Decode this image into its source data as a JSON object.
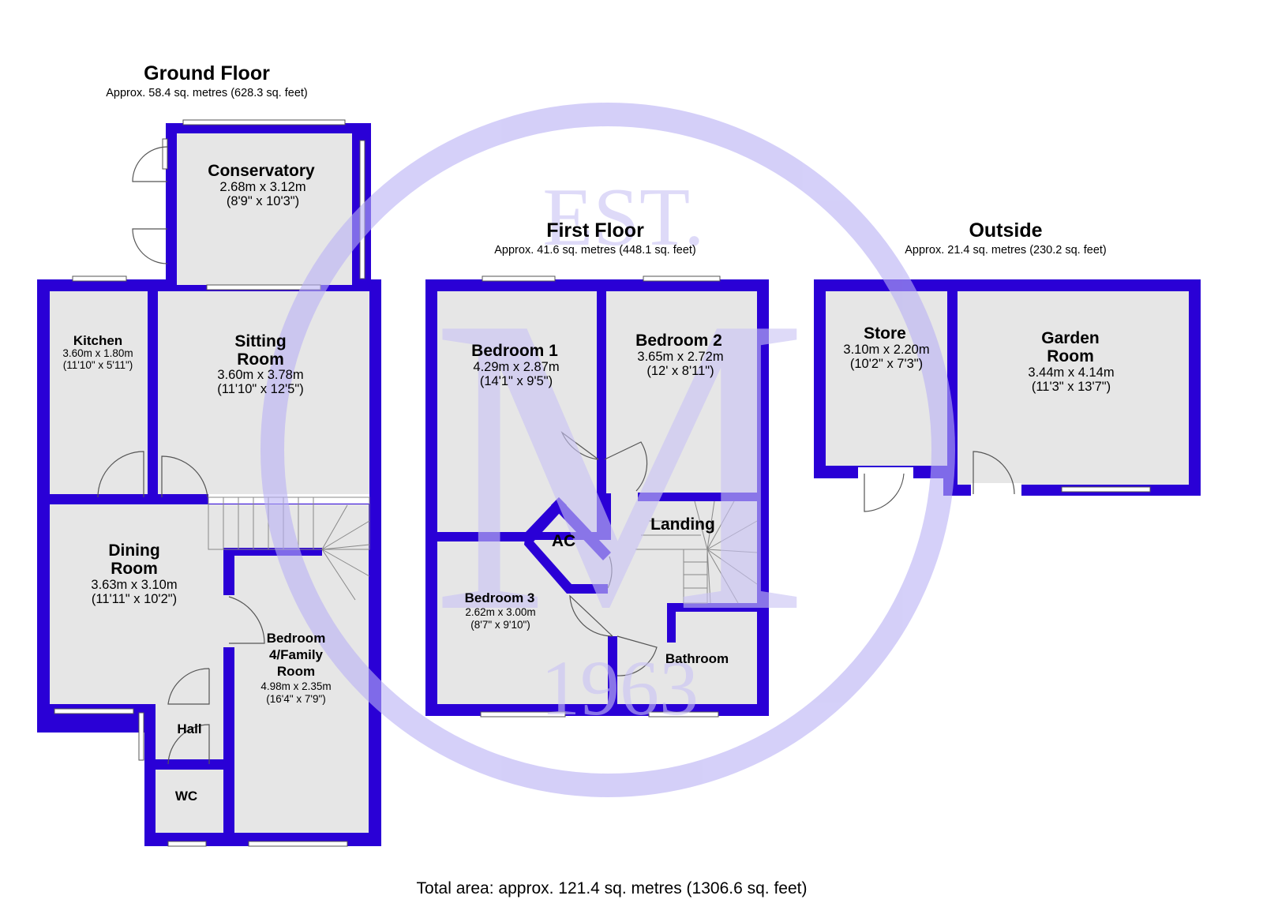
{
  "ground_floor": {
    "title": "Ground Floor",
    "area": "Approx. 58.4 sq. metres (628.3 sq. feet)",
    "rooms": {
      "conservatory": {
        "name": "Conservatory",
        "metric": "2.68m x 3.12m",
        "imperial": "(8'9\" x 10'3\")"
      },
      "kitchen": {
        "name": "Kitchen",
        "metric": "3.60m x 1.80m",
        "imperial": "(11'10\" x 5'11\")"
      },
      "sitting": {
        "name_line1": "Sitting",
        "name_line2": "Room",
        "metric": "3.60m x 3.78m",
        "imperial": "(11'10\" x 12'5\")"
      },
      "dining": {
        "name_line1": "Dining",
        "name_line2": "Room",
        "metric": "3.63m x 3.10m",
        "imperial": "(11'11\" x 10'2\")"
      },
      "bedroom4": {
        "name_line1": "Bedroom",
        "name_line2": "4/Family",
        "name_line3": "Room",
        "metric": "4.98m x 2.35m",
        "imperial": "(16'4\" x 7'9\")"
      },
      "hall": {
        "name": "Hall"
      },
      "wc": {
        "name": "WC"
      }
    }
  },
  "first_floor": {
    "title": "First Floor",
    "area": "Approx. 41.6 sq. metres (448.1 sq. feet)",
    "rooms": {
      "bedroom1": {
        "name": "Bedroom 1",
        "metric": "4.29m x 2.87m",
        "imperial": "(14'1\" x 9'5\")"
      },
      "bedroom2": {
        "name": "Bedroom 2",
        "metric": "3.65m x 2.72m",
        "imperial": "(12' x 8'11\")"
      },
      "bedroom3": {
        "name": "Bedroom 3",
        "metric": "2.62m x 3.00m",
        "imperial": "(8'7\" x 9'10\")"
      },
      "landing": {
        "name": "Landing"
      },
      "ac": {
        "name": "AC"
      },
      "bathroom": {
        "name": "Bathroom"
      }
    }
  },
  "outside": {
    "title": "Outside",
    "area": "Approx. 21.4 sq. metres (230.2 sq. feet)",
    "rooms": {
      "store": {
        "name": "Store",
        "metric": "3.10m x 2.20m",
        "imperial": "(10'2\" x 7'3\")"
      },
      "garden": {
        "name_line1": "Garden",
        "name_line2": "Room",
        "metric": "3.44m x 4.14m",
        "imperial": "(11'3\" x 13'7\")"
      }
    }
  },
  "total_area": "Total area: approx. 121.4 sq. metres (1306.6 sq. feet)",
  "watermark": {
    "top": "EST.",
    "letter": "M",
    "year": "1963",
    "color": "#c9c3f5"
  },
  "colors": {
    "wall": "#2a00d6",
    "room_fill": "#e6e6e6"
  }
}
